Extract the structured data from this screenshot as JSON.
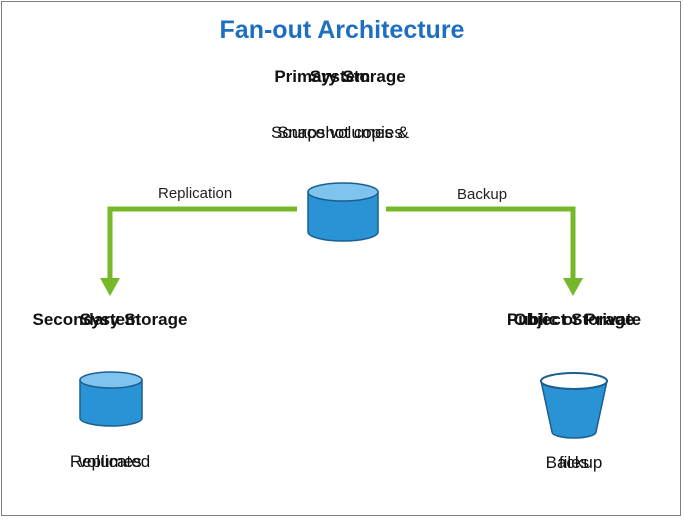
{
  "title": "Fan-out Architecture",
  "primary": {
    "title_lines": [
      "Primary Storage",
      "System"
    ],
    "desc_lines": [
      "Source volumes &",
      "Snapshot copies"
    ]
  },
  "secondary": {
    "title_lines": [
      "Secondary Storage",
      "System"
    ],
    "desc_lines": [
      "Replicated",
      "volumes"
    ]
  },
  "object_storage": {
    "title_lines": [
      "Public or Private",
      "Object Storage"
    ],
    "desc_lines": [
      "Backup",
      "files"
    ]
  },
  "connectors": {
    "replication_label": "Replication",
    "backup_label": "Backup"
  },
  "icons": {
    "primary": "database-cylinder-icon",
    "secondary": "database-cylinder-icon",
    "object_storage": "bucket-icon"
  },
  "colors": {
    "title": "#1f6fc0",
    "connector": "#76b82a",
    "storage_fill": "#2a93d5",
    "storage_top": "#7fc4ee",
    "storage_stroke": "#1a5f8f"
  }
}
